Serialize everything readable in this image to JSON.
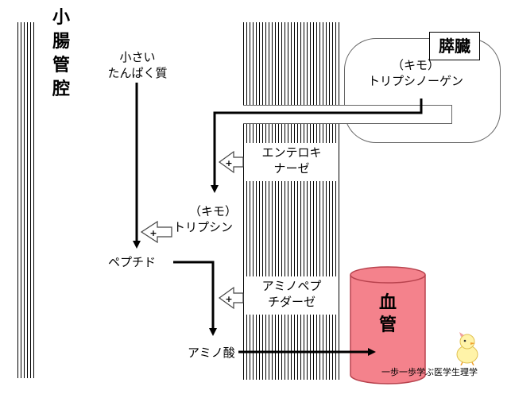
{
  "left_label": [
    "小",
    "腸",
    "管",
    "腔"
  ],
  "pancreas_label": "膵臓",
  "precursor": {
    "line1": "（キモ）",
    "line2": "トリプシノーゲン"
  },
  "small_protein": {
    "line1": "小さい",
    "line2": "たんぱく質"
  },
  "enterokinase": {
    "line1": "エンテロキ",
    "line2": "ナーゼ"
  },
  "trypsin": {
    "line1": "（キモ）",
    "line2": "トリプシン"
  },
  "peptide": "ペプチド",
  "aminopeptidase": {
    "line1": "アミノペプ",
    "line2": "チダーゼ"
  },
  "amino_acid": "アミノ酸",
  "blood_vessel": {
    "line1": "血",
    "line2": "管"
  },
  "plus_sign": "+",
  "watermark": "一歩一歩学ぶ医学生理学",
  "colors": {
    "blood_vessel_fill": "#f4828c",
    "blood_vessel_stroke": "#b8434e",
    "line": "#000000"
  }
}
